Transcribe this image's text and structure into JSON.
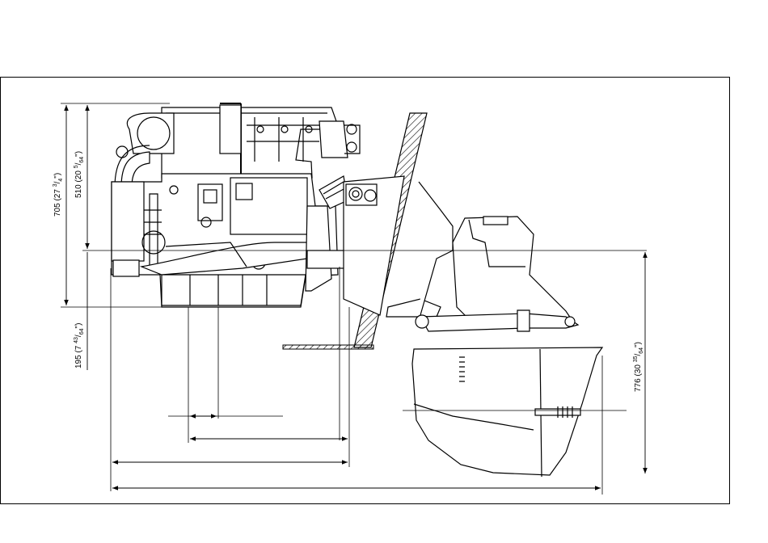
{
  "dimensions": {
    "height_705": {
      "mm": "705",
      "inch_whole": "27",
      "inch_num": "3",
      "inch_den": "4"
    },
    "height_510": {
      "mm": "510",
      "inch_whole": "20",
      "inch_num": "5",
      "inch_den": "64"
    },
    "depth_195": {
      "mm": "195",
      "inch_whole": "7",
      "inch_num": "43",
      "inch_den": "64"
    },
    "drive_776": {
      "mm": "776",
      "inch_whole": "30",
      "inch_num": "35",
      "inch_den": "64"
    }
  },
  "colors": {
    "line": "#000000",
    "background": "#ffffff"
  }
}
